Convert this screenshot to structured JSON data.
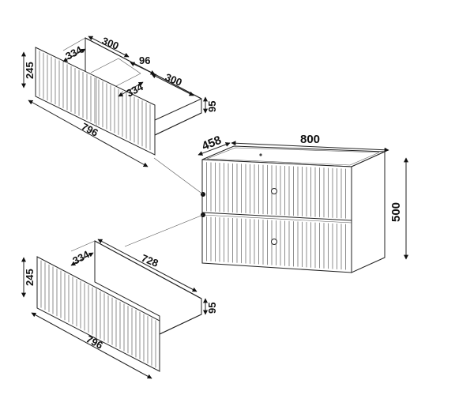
{
  "cabinet": {
    "width_label": "800",
    "depth_label": "458",
    "height_label": "500"
  },
  "upper_drawer": {
    "front_width_label": "796",
    "front_height_label": "245",
    "left_box_depth_label": "300",
    "left_box_width_label": "334",
    "gap_label": "96",
    "right_box_depth_label": "300",
    "right_box_width_label": "334",
    "box_height_label": "95"
  },
  "lower_drawer": {
    "front_width_label": "796",
    "front_height_label": "245",
    "box_width_label": "334",
    "box_depth_label": "728",
    "box_height_label": "95"
  }
}
